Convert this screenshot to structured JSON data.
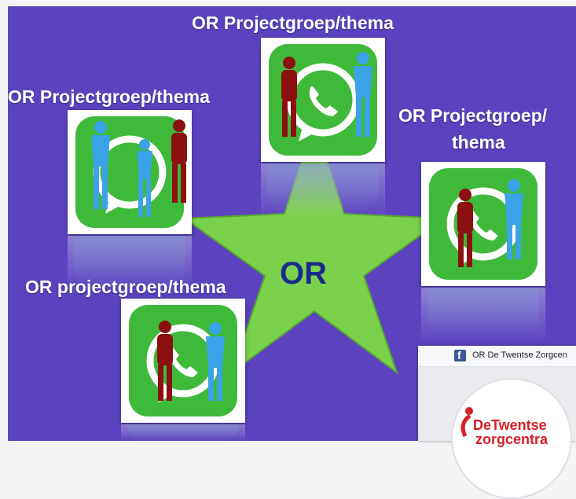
{
  "groups": [
    {
      "label": "OR Projectgroep/thema"
    },
    {
      "label": "OR Projectgroep/thema"
    },
    {
      "label_line1": "OR Projectgroep/",
      "label_line2": "thema"
    },
    {
      "label": "OR projectgroep/thema"
    }
  ],
  "center": {
    "label": "OR"
  },
  "facebook": {
    "icon": "facebook-icon",
    "page_name": "OR De Twentse Zorgcen",
    "logo_line1": "DeTwentse",
    "logo_line2": "zorgcentra"
  },
  "colors": {
    "background": "#5b43c0",
    "star": "#7ad24c",
    "whatsapp_green": "#3fb93a",
    "figure_red": "#8c1010",
    "figure_blue": "#3aa2e6",
    "center_text": "#1a2a8a"
  }
}
